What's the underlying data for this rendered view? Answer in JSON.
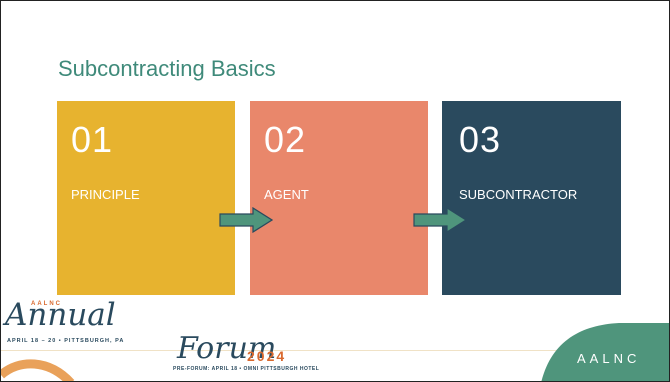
{
  "slide": {
    "title": "Subcontracting Basics",
    "steps": [
      {
        "number": "01",
        "label": "PRINCIPLE",
        "color": "#e7b32f"
      },
      {
        "number": "02",
        "label": "AGENT",
        "color": "#e9876b"
      },
      {
        "number": "03",
        "label": "SUBCONTRACTOR",
        "color": "#2a4a5e"
      }
    ],
    "arrow_color": "#4f957c"
  },
  "footer": {
    "logo_org": "AALNC",
    "logo_word1": "Annual",
    "logo_word2": "Forum",
    "logo_year": "2024",
    "dates": "APRIL 18 – 20 • PITTSBURGH, PA",
    "preforum": "PRE-FORUM: APRIL 18 • OMNI PITTSBURGH HOTEL",
    "right_logo_text": "AALNC",
    "accent_orange": "#d9692e",
    "accent_teal": "#3f8a7a"
  }
}
